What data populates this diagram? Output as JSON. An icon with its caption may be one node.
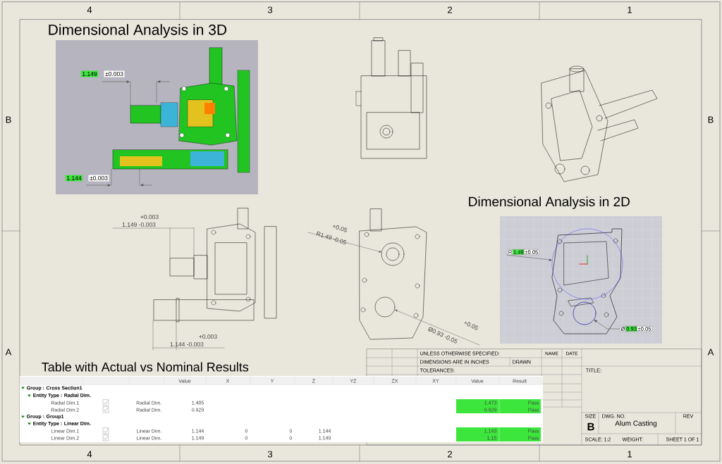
{
  "diagram": {
    "nodes": [
      {
        "text": [
          "R",
          "1.49",
          "±0.05"
        ]
      },
      {
        "text": [],
        "shape": "circle"
      },
      {
        "text": [
          "Ø",
          "0.93",
          "±0.05"
        ]
      },
      {
        "text": [],
        "shape": "circle"
      }
    ],
    "edges": [
      {
        "from": 0,
        "to": 1,
        "arrow": "to"
      },
      {
        "from": 2,
        "to": 3,
        "arrow": "to"
      }
    ],
    "labels": [
      "4",
      "3",
      "2",
      "1",
      "Dimensional Analysis in 3D",
      "1.149",
      "±0.003",
      "B",
      "B",
      "1.144",
      "±0.003",
      "Dimensional Analysis in 2D",
      "+0.003",
      "1.149 -0.003",
      "+0.05",
      "R1.49 -0.05",
      "+0.003",
      "1.144 -0.003",
      "+0.05",
      "Ø0.93 -0.05",
      "A",
      "A",
      "Table with Actual vs Nominal Results",
      "UNLESS OTHERWISE SPECIFIED:",
      "NAME",
      "DATE",
      "DIMENSIONS ARE IN INCHES",
      "DRAWN",
      "TOLERANCES:",
      "TITLE:",
      "Value",
      "X",
      "Y",
      "Z",
      "YZ",
      "ZX",
      "XY",
      "Value",
      "Result",
      "Group : Cross Section1",
      "Entity Type : Radial Dim.",
      "Radial Dim.1",
      "Radial Dim.",
      "1.485",
      "1.473",
      "Pass",
      "Radial Dim.2",
      "Radial Dim.",
      "0.929",
      "0.929",
      "Pass",
      "Group : Group1",
      "Entity Type : Linear Dim.",
      "Linear Dim.1",
      "Linear Dim.",
      "1.144",
      "0",
      "0",
      "1.144",
      "1.143",
      "Pass",
      "Linear Dim.2",
      "Linear Dim.",
      "1.149",
      "0",
      "0",
      "1.149",
      "1.15",
      "Pass",
      "SIZE",
      "DWG. NO.",
      "REV",
      "B",
      "Alum Casting",
      "SCALE: 1:2",
      "WEIGHT:",
      "SHEET 1 OF 1",
      "4",
      "3",
      "2",
      "1"
    ]
  }
}
